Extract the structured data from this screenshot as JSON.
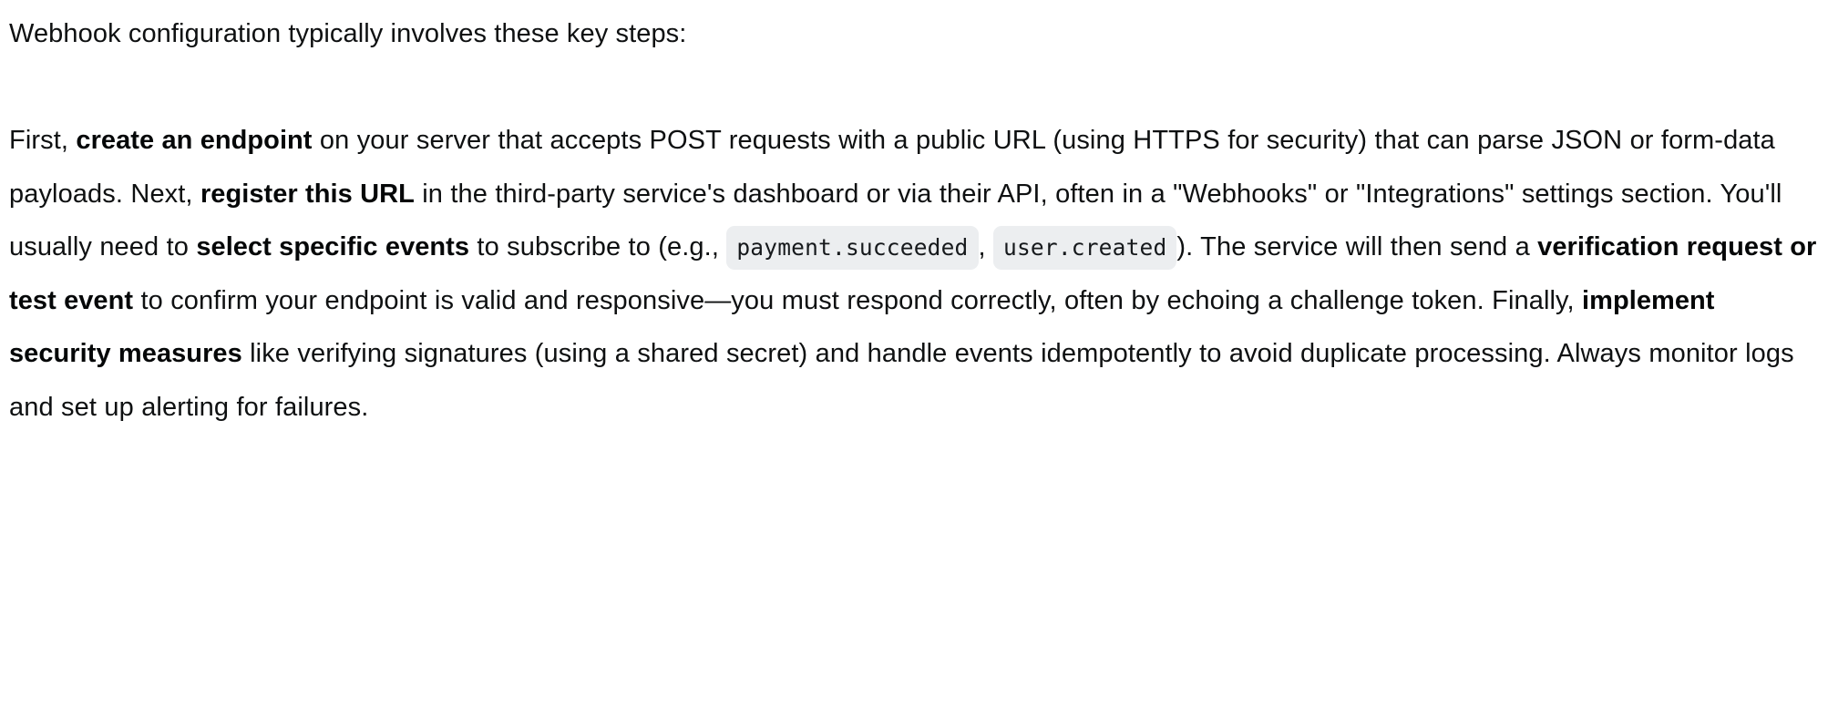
{
  "document": {
    "background_color": "#ffffff",
    "text_color": "#0e1011",
    "code_chip_background": "#eceef0",
    "code_chip_text_color": "#16191c",
    "intro_line": "Webhook configuration typically involves these key steps:",
    "paragraph": {
      "segments": {
        "s1": "First, ",
        "b1": "create an endpoint",
        "s2": " on your server that accepts POST requests with a public URL (using HTTPS for security) that can parse JSON or form-data payloads. Next, ",
        "b2": "register this URL",
        "s3": " in the third-party service's dashboard or via their API, often in a \"Webhooks\" or \"Integrations\" settings section. You'll usually need to ",
        "b3": "select specific events",
        "s4": " to subscribe to (e.g., ",
        "code1": "payment.succeeded",
        "s5": ", ",
        "code2": "user.created",
        "s6": "). The service will then send a ",
        "b4": "verification request or test event",
        "s7": " to confirm your endpoint is valid and responsive—you must respond correctly, often by echoing a challenge token. Finally, ",
        "b5": "implement security measures",
        "s8": " like verifying signatures (using a shared secret) and handle events idempotently to avoid duplicate processing. Always monitor logs and set up alerting for failures."
      }
    }
  }
}
